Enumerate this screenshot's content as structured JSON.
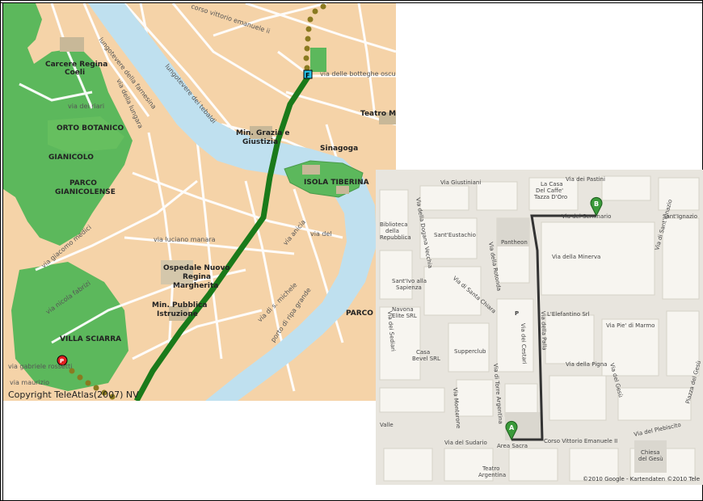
{
  "map_main": {
    "streets": {
      "corso_vittorio": "corso vittorio emanuele ii",
      "lungotevere_farnesina": "lungotevere della farnesina",
      "lungotevere_tebaldi": "lungotevere dei tebaldi",
      "via_lungara": "via della lungara",
      "via_botteghe": "via delle botteghe oscu",
      "via_luciano_manara": "via luciano manara",
      "porto_ripa_grande": "porto di ripa grande",
      "via_gabriele_rossetti": "via gabriele rossetti",
      "via_maurizio": "via maurizio",
      "via_giacomo_medici": "via giacomo medici",
      "via_nicola_fabrizi": "via nicola fabrizi",
      "via_s_michele": "via di s. michele",
      "via_anicia": "via anicia",
      "via_dei_riari": "via dei riari",
      "via_del": "via del"
    },
    "places": {
      "carcere": [
        "Carcere Regina",
        "Coeli"
      ],
      "orto_botanico": "ORTO BOTANICO",
      "gianicolo": "GIANICOLO",
      "parco_gianicolense": [
        "PARCO",
        "GIANICOLENSE"
      ],
      "min_grazia": [
        "Min. Grazia e",
        "Giustizia"
      ],
      "sinagoga": "Sinagoga",
      "teatro": "Teatro Ma",
      "isola_tiberina": "ISOLA TIBERINA",
      "ospedale": [
        "Ospedale Nuovo",
        "Regina",
        "Margherita"
      ],
      "min_pubblica": [
        "Min. Pubblica",
        "Istruzione"
      ],
      "villa_sciarra": "VILLA SCIARRA",
      "parco_s": "PARCO S"
    },
    "marker_start": "P",
    "marker_end": "F",
    "copyright": "Copyright TeleAtlas(2007) NV",
    "colors": {
      "land": "#f5d3a8",
      "park": "#5cb85c",
      "river": "#bfe0ef",
      "route": "#1a7a1a",
      "route_dots": "#8a7a20"
    }
  },
  "map_inset": {
    "streets": {
      "via_giustiniani": "Via Giustiniani",
      "via_del_seminario": "Via del Seminario",
      "via_della_dogana": "Via della Dogana Vecchia",
      "via_della_rotonda": "Via della Rotonda",
      "via_della_minerva": "Via della Minerva",
      "via_di_santa_chiara": "Via di Santa Chiara",
      "via_pie_di_marmo": "Via Pie' di Marmo",
      "via_della_pigna": "Via della Pigna",
      "via_del_gesu": "Via del Gesù",
      "via_torre_argentina": "Via di Torre Argentina",
      "via_monterone": "Via Monterone",
      "via_del_sudario": "Via del Sudario",
      "corso_vittorio": "Corso Vittorio Emanuele II",
      "via_del_plebiscito": "Via del Plebiscito",
      "via_di_s_ignazio": "Via di Sant'Ignazio",
      "via_del_pastini": "Via dei Pastini",
      "via_della_palla": "Via della Palla",
      "via_sediari": "Via dei Sediari",
      "via_cestari": "Via dei Cestari",
      "via_valle": "Valle"
    },
    "places": {
      "la_casa_caffe": [
        "La Casa",
        "Del Caffe'",
        "Tazza D'Oro"
      ],
      "pantheon": "Pantheon",
      "sant_eustachio": "Sant'Eustachio",
      "sant_ignazio": "Sant'Ignazio",
      "biblioteca": [
        "Biblioteca",
        "della",
        "Repubblica"
      ],
      "sant_ivo": [
        "Sant'Ivo alla",
        "Sapienza"
      ],
      "navona": [
        "Navona",
        "Elite SRL"
      ],
      "casa_bevel": [
        "Casa",
        "Bevel SRL"
      ],
      "supperclub": "Supperclub",
      "elefantino": "L'Elefantino Srl",
      "area_sacra": "Area Sacra",
      "teatro_argentina": [
        "Teatro",
        "Argentina"
      ],
      "chiesa_gesu": [
        "Chiesa",
        "del Gesù"
      ],
      "piazza_gesu": "Piazza del Gesù",
      "parking": "P"
    },
    "marker_a": "A",
    "marker_b": "B",
    "copyright": "©2010 Google - Kartendaten ©2010 Tele",
    "colors": {
      "land": "#e8e5de",
      "block": "#f7f5f0",
      "route": "#333333",
      "marker": "#3a9a3a"
    }
  }
}
